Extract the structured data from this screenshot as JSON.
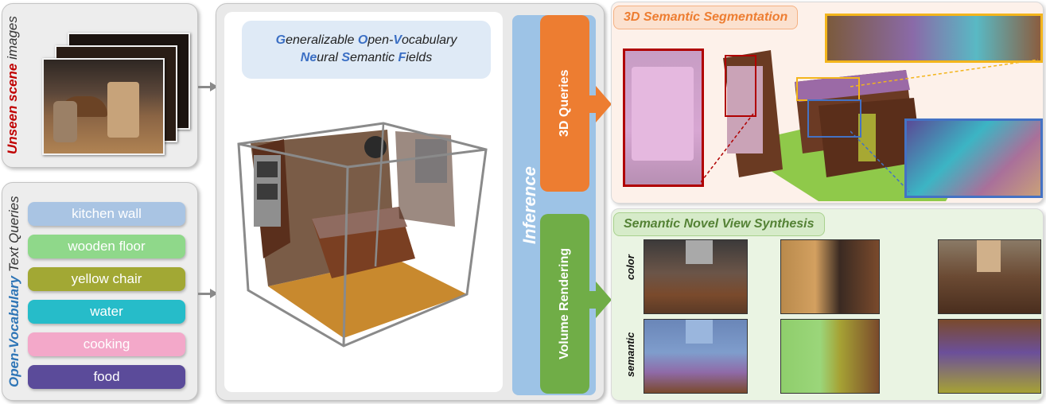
{
  "scene_panel": {
    "title_em": "Unseen scene",
    "title_rest": " images"
  },
  "query_panel": {
    "title_em": "Open-Vocabulary",
    "title_rest": " Text Queries",
    "queries": [
      {
        "label": "kitchen wall",
        "color": "#a9c4e3"
      },
      {
        "label": "wooden floor",
        "color": "#8fd88a"
      },
      {
        "label": "yellow chair",
        "color": "#a2a834"
      },
      {
        "label": "water",
        "color": "#26bcc9"
      },
      {
        "label": "cooking",
        "color": "#f3a8c9"
      },
      {
        "label": "food",
        "color": "#5b4b9a"
      }
    ]
  },
  "model": {
    "line1": [
      {
        "t": "G",
        "hl": true
      },
      {
        "t": "eneralizable ",
        "hl": false
      },
      {
        "t": "O",
        "hl": true
      },
      {
        "t": "pen-",
        "hl": false
      },
      {
        "t": "V",
        "hl": true
      },
      {
        "t": "ocabulary",
        "hl": false
      }
    ],
    "line2": [
      {
        "t": "Ne",
        "hl": true
      },
      {
        "t": "ural ",
        "hl": false
      },
      {
        "t": "S",
        "hl": true
      },
      {
        "t": "emantic ",
        "hl": false
      },
      {
        "t": "F",
        "hl": true
      },
      {
        "t": "ields",
        "hl": false
      }
    ],
    "highlight_color": "#3b6fc4"
  },
  "inference": {
    "label": "Inference",
    "queries_label": "3D Queries",
    "rendering_label": "Volume Rendering",
    "orange": "#ed7d31",
    "green": "#70ad47"
  },
  "segmentation": {
    "title": "3D Semantic Segmentation",
    "accent": "#ed7d31"
  },
  "novel_view": {
    "title": "Semantic Novel View Synthesis",
    "row_color": "color",
    "row_semantic": "semantic",
    "accent": "#548235"
  }
}
